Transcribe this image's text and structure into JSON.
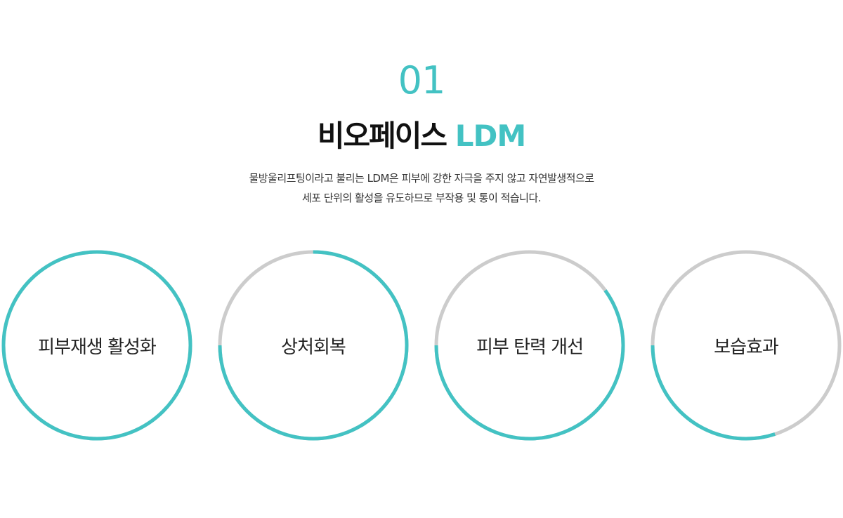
{
  "section": {
    "number": "01",
    "title_main": "비오페이스",
    "title_accent": "LDM",
    "description_lines": [
      "물방울리프팅이라고 불리는 LDM은 피부에 강한 자극을 주지 않고 자연발생적으로",
      "세포 단위의 활성을 유도하므로 부작용 및 통이 적습니다."
    ]
  },
  "colors": {
    "accent": "#43c2c3",
    "track": "#cccccc",
    "text": "#111111"
  },
  "effects": [
    {
      "label": "피부재생 활성화",
      "progress": 1.0
    },
    {
      "label": "상처회복",
      "progress": 0.75
    },
    {
      "label": "피부 탄력 개선",
      "progress": 0.6
    },
    {
      "label": "보습효과",
      "progress": 0.3
    }
  ]
}
